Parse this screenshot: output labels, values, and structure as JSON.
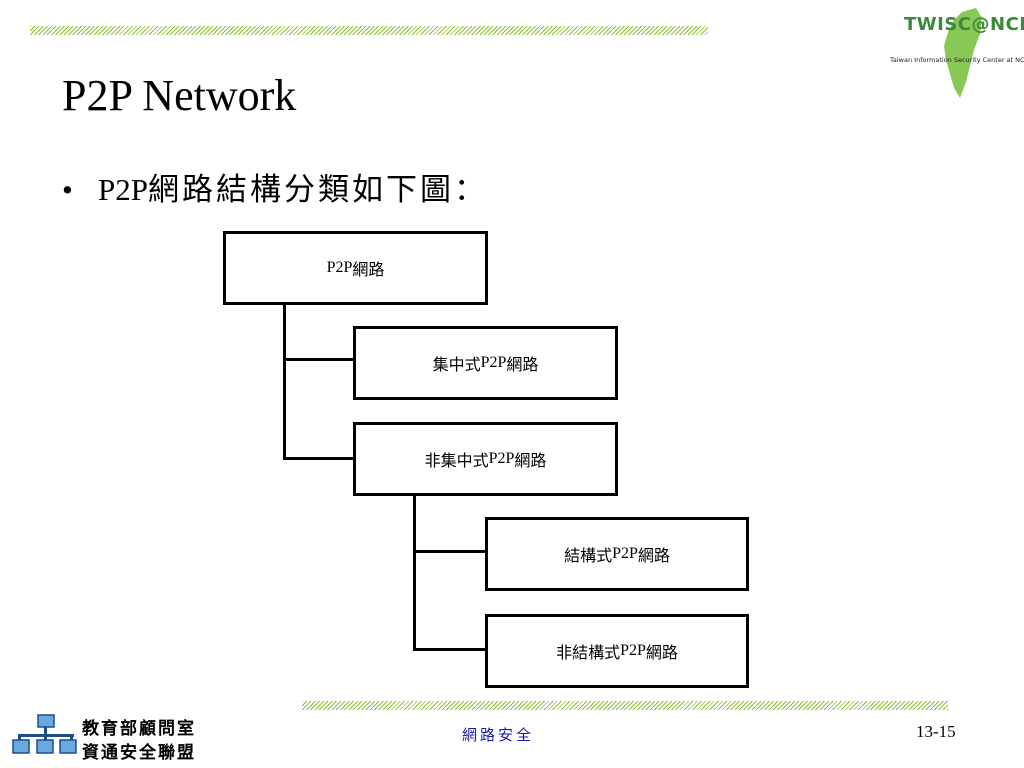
{
  "slide": {
    "title": "P2P Network",
    "bullet_mark": "•",
    "bullet_latin": "P2P",
    "bullet_cjk": "網路結構分類如下圖："
  },
  "diagram": {
    "root": {
      "latin": "P2P",
      "cjk": " 網路"
    },
    "centralized": {
      "prefix": "集中式",
      "latin": "P2P",
      "cjk": " 網路"
    },
    "decentralized": {
      "prefix": "非集中式",
      "latin": "P2P",
      "cjk": " 網路"
    },
    "structured": {
      "prefix": "結構式",
      "latin": "P2P",
      "cjk": " 網路"
    },
    "unstructured": {
      "prefix": "非結構式",
      "latin": "P2P",
      "cjk": " 網路"
    }
  },
  "logo": {
    "text": "TWISC@NCKU",
    "subtitle": "Taiwan Information Security Center at NCKU"
  },
  "footer": {
    "org_line1": "教育部顧問室",
    "org_line2": "資通安全聯盟",
    "center_text": "網路安全",
    "slide_number": "13-15"
  },
  "colors": {
    "hatch": "#8fbf3a",
    "footer_link": "#1a1aa6",
    "logo_green": "#7cc242",
    "moe_blue": "#6aa8e0"
  }
}
